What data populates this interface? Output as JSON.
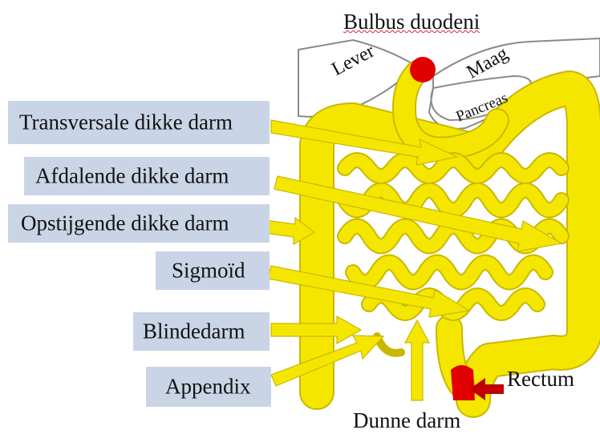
{
  "title": "Bulbus duodeni",
  "organs": {
    "lever": "Lever",
    "maag": "Maag",
    "pancreas": "Pancreas"
  },
  "labels": {
    "transversale": "Transversale dikke darm",
    "afdalende": "Afdalende dikke darm",
    "opstijgende": "Opstijgende dikke darm",
    "sigmoid": "Sigmoïd",
    "blindedarm": "Blindedarm",
    "appendix": "Appendix",
    "rectum": "Rectum",
    "dunne_darm": "Dunne darm"
  },
  "colors": {
    "intestine": "#f5e600",
    "intestine_outline": "#c9b800",
    "label_box": "#c9d5e6",
    "highlight": "#e00000",
    "rectum_arrow": "#c00000",
    "pointer_arrow": "#f5e600"
  }
}
